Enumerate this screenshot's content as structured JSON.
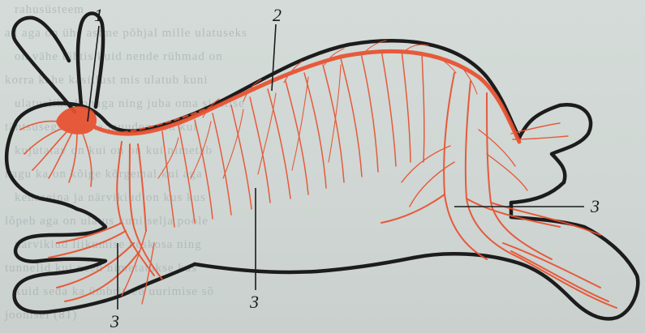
{
  "colors": {
    "nerve": "#e8502e",
    "outline": "#1c1c1c",
    "paper": "#d2d9d6"
  },
  "callouts": {
    "spinal_cord_label": "1",
    "spinal_cord_label_2": "2",
    "nerves_label_a": "3",
    "nerves_label_b": "3",
    "nerves_label_c": "3"
  },
  "bleed_text": [
    "rahusüsteem",
    "ad aga on ühe astme põhjal mille ulatuseks",
    "on vähe tähtis kuid nende rühmad on",
    "korra kahe käsitlust mis ulatub kuni",
    "ulatusliku kohaga ning juba oma sisulise",
    "tähtsusega aga ka muudega on kui",
    "kujutatav on kui on on kui nimetab",
    "nagu ka on kõige kõrgemal kui aga",
    "kehaseina ja närvikiud on kus kus",
    "lõpeb aga on ulatus kuni selja poole",
    "närvikiud liikumise keskosa ning",
    "tunnelid kui need nimetatakse kus",
    "kuid seda ka ümbritseb uurimise sõ",
    "joonisel (81)"
  ]
}
